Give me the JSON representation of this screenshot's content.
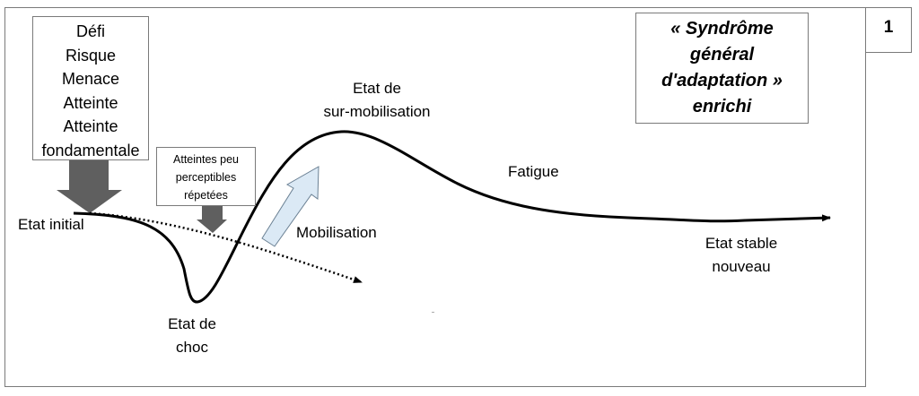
{
  "page_number": "1",
  "title": [
    "« Syndrôme",
    "général",
    "d'adaptation »",
    "enrichi"
  ],
  "stressors_box": [
    "Défi",
    "Risque",
    "Menace",
    "Atteinte",
    "Atteinte",
    "fondamentale"
  ],
  "small_stressors_box": [
    "Atteintes peu",
    "perceptibles",
    "répetées"
  ],
  "labels": {
    "initial": "Etat initial",
    "shock": [
      "Etat de",
      "choc"
    ],
    "overmobilization": [
      "Etat de",
      "sur-mobilisation"
    ],
    "mobilization": "Mobilisation",
    "fatigue": "Fatigue",
    "stable": [
      "Etat stable",
      "nouveau"
    ]
  },
  "colors": {
    "big_arrow": "#5f5f5f",
    "mobilization_arrow": "#dbe9f5",
    "frame": "#7a7a7a"
  }
}
